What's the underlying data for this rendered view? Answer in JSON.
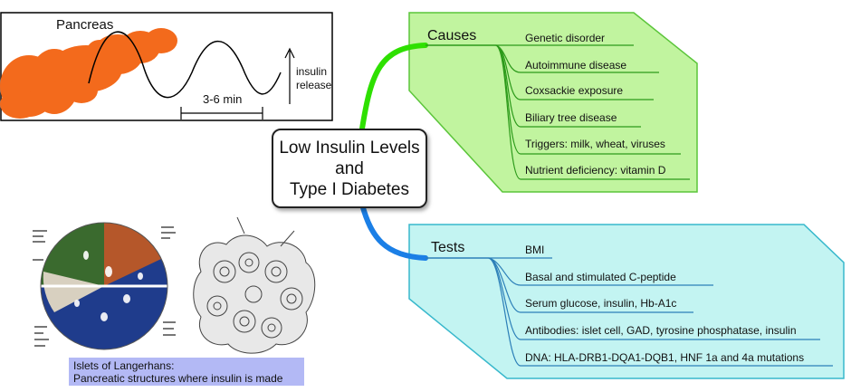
{
  "central": {
    "line1": "Low Insulin Levels",
    "line2": "and",
    "line3": "Type I Diabetes"
  },
  "causes": {
    "label": "Causes",
    "items": [
      "Genetic disorder",
      "Autoimmune disease",
      "Coxsackie exposure",
      "Biliary tree disease",
      "Triggers:  milk, wheat, viruses",
      "Nutrient deficiency:  vitamin D"
    ]
  },
  "tests": {
    "label": "Tests",
    "items": [
      "BMI",
      "Basal and stimulated C-peptide",
      "Serum glucose, insulin, Hb-A1c",
      "Antibodies:  islet cell, GAD, tyrosine phosphatase, insulin",
      "DNA:  HLA-DRB1-DQA1-DQB1, HNF 1a and 4a mutations"
    ]
  },
  "pancreas_figure": {
    "title": "Pancreas",
    "period": "3-6 min",
    "insulin_line1": "insulin",
    "insulin_line2": "release"
  },
  "caption": {
    "line1": "Islets of Langerhans:",
    "line2": "Pancreatic structures where insulin is made"
  },
  "colors": {
    "causes_fill": "#b6f28e",
    "causes_stroke": "#5bc53a",
    "tests_fill": "#b8f2f0",
    "tests_stroke": "#38b8cc",
    "pancreas_orange": "#f36a1c",
    "caption_bg": "#b3b9f5"
  }
}
